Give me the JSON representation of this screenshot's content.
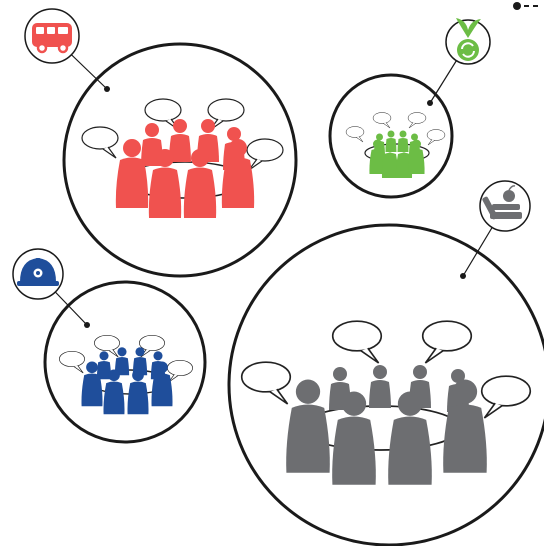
{
  "groups": [
    {
      "id": "transport",
      "icon": "bus-icon",
      "color": "#f0524f"
    },
    {
      "id": "environment",
      "icon": "sprout-recycle-icon",
      "color": "#6cbd45"
    },
    {
      "id": "education",
      "icon": "books-apple-icon",
      "color": "#6d6e71"
    },
    {
      "id": "construction",
      "icon": "hard-hat-icon",
      "color": "#1f4e9b"
    }
  ],
  "colors": {
    "outline": "#1a1a1a",
    "background": "#ffffff"
  }
}
